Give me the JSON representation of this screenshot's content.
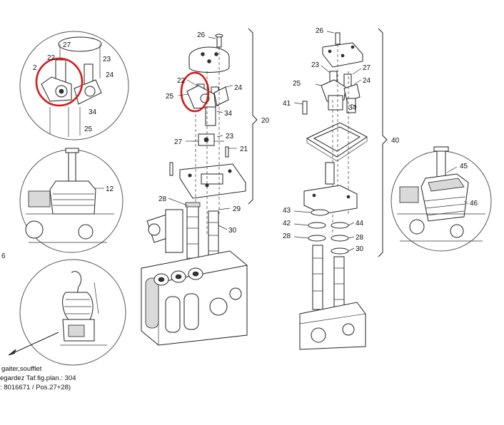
{
  "colors": {
    "highlight": "#d21c1c",
    "line": "#222222",
    "background": "#ffffff"
  },
  "labels": {
    "left_detail_top": [
      "27",
      "23",
      "24",
      "22",
      "34",
      "25"
    ],
    "left_detail_top_clipped": "2",
    "left_detail_mid": "12",
    "center": [
      "26",
      "22",
      "24",
      "25",
      "34",
      "20",
      "27",
      "23",
      "21",
      "28",
      "29",
      "30"
    ],
    "right": [
      "26",
      "23",
      "27",
      "24",
      "25",
      "41",
      "34",
      "40",
      "43",
      "44",
      "42",
      "28",
      "28",
      "30"
    ],
    "right_detail": [
      "45",
      "46"
    ],
    "left_edge": "6"
  },
  "note": {
    "line1": "gaiter,soufflet",
    "line2": "egardez Taf.fig.plan.: 304",
    "line3": ": 8016671 / Pos.27+28)"
  }
}
